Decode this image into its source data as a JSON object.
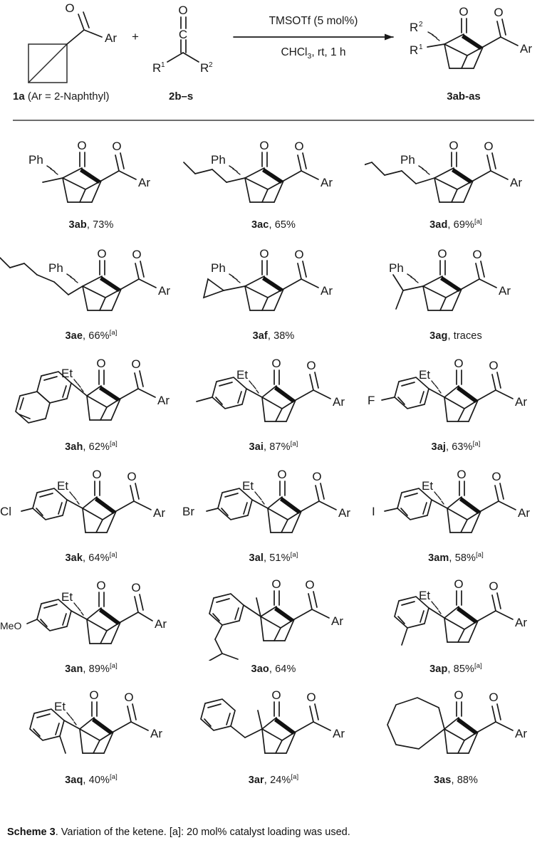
{
  "scheme": {
    "id": "Scheme 3",
    "caption_text": "Variation of the ketene. [a]: 20 mol% catalyst loading was used.",
    "caption_full": "Scheme 3. Variation of the ketene. [a]: 20 mol% catalyst loading was used.",
    "footnote_marker": "[a]",
    "footnote_text": "20 mol% catalyst loading was used."
  },
  "reaction": {
    "conditions_top": "TMSOTf (5 mol%)",
    "conditions_bottom_solvent": "CHCl",
    "conditions_bottom_solvent_sub": "3",
    "conditions_bottom_rest": ", rt, 1 h",
    "plus_sign": "+",
    "reactant1": {
      "label_code": "1a",
      "label_rest": " (Ar = 2-Naphthyl)",
      "aryl_group": "Ar",
      "oxygen": "O",
      "core": "bicyclo[1.1.0]butane"
    },
    "reactant2": {
      "label_code": "2b–s",
      "oxygen": "O",
      "carbon": "C",
      "r1": "R",
      "r1_sup": "1",
      "r2": "R",
      "r2_sup": "2",
      "core": "ketene"
    },
    "product": {
      "label_code": "3ab-as",
      "oxygen": "O",
      "aryl_group": "Ar",
      "r1": "R",
      "r1_sup": "1",
      "r2": "R",
      "r2_sup": "2",
      "core": "bicyclo[2.1.1]hexan-2-one"
    }
  },
  "products": [
    {
      "code": "3ab",
      "yield": "73%",
      "footnote": "",
      "sep": ", ",
      "substituent_label": "Ph",
      "r_group": "methyl",
      "aryl": "Ar",
      "oxygen": "O"
    },
    {
      "code": "3ac",
      "yield": "65%",
      "footnote": "",
      "sep": ", ",
      "substituent_label": "Ph",
      "r_group": "n-propyl",
      "aryl": "Ar",
      "oxygen": "O"
    },
    {
      "code": "3ad",
      "yield": "69%",
      "footnote": "[a]",
      "sep": ", ",
      "substituent_label": "Ph",
      "r_group": "n-butyl",
      "aryl": "Ar",
      "oxygen": "O"
    },
    {
      "code": "3ae",
      "yield": "66%",
      "footnote": "[a]",
      "sep": ", ",
      "substituent_label": "Ph",
      "r_group": "n-pentyl",
      "aryl": "Ar",
      "oxygen": "O"
    },
    {
      "code": "3af",
      "yield": "38%",
      "footnote": "",
      "sep": ", ",
      "substituent_label": "Ph",
      "r_group": "cyclopropyl",
      "aryl": "Ar",
      "oxygen": "O"
    },
    {
      "code": "3ag",
      "yield": "traces",
      "footnote": "",
      "sep": ", ",
      "substituent_label": "Ph",
      "r_group": "isopropyl",
      "aryl": "Ar",
      "oxygen": "O"
    },
    {
      "code": "3ah",
      "yield": "62%",
      "footnote": "[a]",
      "sep": ", ",
      "substituent_label": "Et",
      "r_group": "2-naphthyl",
      "aryl": "Ar",
      "oxygen": "O"
    },
    {
      "code": "3ai",
      "yield": "87%",
      "footnote": "[a]",
      "sep": ", ",
      "substituent_label": "Et",
      "r_group": "4-methylphenyl",
      "aryl": "Ar",
      "oxygen": "O"
    },
    {
      "code": "3aj",
      "yield": "63%",
      "footnote": "[a]",
      "sep": ", ",
      "substituent_label": "Et",
      "r_group": "4-fluorophenyl",
      "ring_substituent": "F",
      "aryl": "Ar",
      "oxygen": "O"
    },
    {
      "code": "3ak",
      "yield": "64%",
      "footnote": "[a]",
      "sep": ", ",
      "substituent_label": "Et",
      "r_group": "4-chlorophenyl",
      "ring_substituent": "Cl",
      "aryl": "Ar",
      "oxygen": "O"
    },
    {
      "code": "3al",
      "yield": "51%",
      "footnote": "[a]",
      "sep": ", ",
      "substituent_label": "Et",
      "r_group": "4-bromophenyl",
      "ring_substituent": "Br",
      "aryl": "Ar",
      "oxygen": "O"
    },
    {
      "code": "3am",
      "yield": "58%",
      "footnote": "[a]",
      "sep": ", ",
      "substituent_label": "Et",
      "r_group": "4-iodophenyl",
      "ring_substituent": "I",
      "aryl": "Ar",
      "oxygen": "O"
    },
    {
      "code": "3an",
      "yield": "89%",
      "footnote": "[a]",
      "sep": ", ",
      "substituent_label": "Et",
      "r_group": "4-methoxyphenyl",
      "ring_substituent": "MeO",
      "aryl": "Ar",
      "oxygen": "O"
    },
    {
      "code": "3ao",
      "yield": "64%",
      "footnote": "",
      "sep": ", ",
      "substituent_label": "",
      "r_group": "4-isobutylphenyl",
      "aryl": "Ar",
      "oxygen": "O"
    },
    {
      "code": "3ap",
      "yield": "85%",
      "footnote": "[a]",
      "sep": ", ",
      "substituent_label": "Et",
      "r_group": "3-methylphenyl",
      "aryl": "Ar",
      "oxygen": "O"
    },
    {
      "code": "3aq",
      "yield": "40%",
      "footnote": "[a]",
      "sep": ", ",
      "substituent_label": "Et",
      "r_group": "2-methylphenyl",
      "aryl": "Ar",
      "oxygen": "O"
    },
    {
      "code": "3ar",
      "yield": "24%",
      "footnote": "[a]",
      "sep": ", ",
      "substituent_label": "",
      "r_group": "benzyl",
      "aryl": "Ar",
      "oxygen": "O"
    },
    {
      "code": "3as",
      "yield": "88%",
      "footnote": "",
      "sep": ", ",
      "substituent_label": "",
      "r_group": "spiro-cycloheptane",
      "aryl": "Ar",
      "oxygen": "O"
    }
  ]
}
